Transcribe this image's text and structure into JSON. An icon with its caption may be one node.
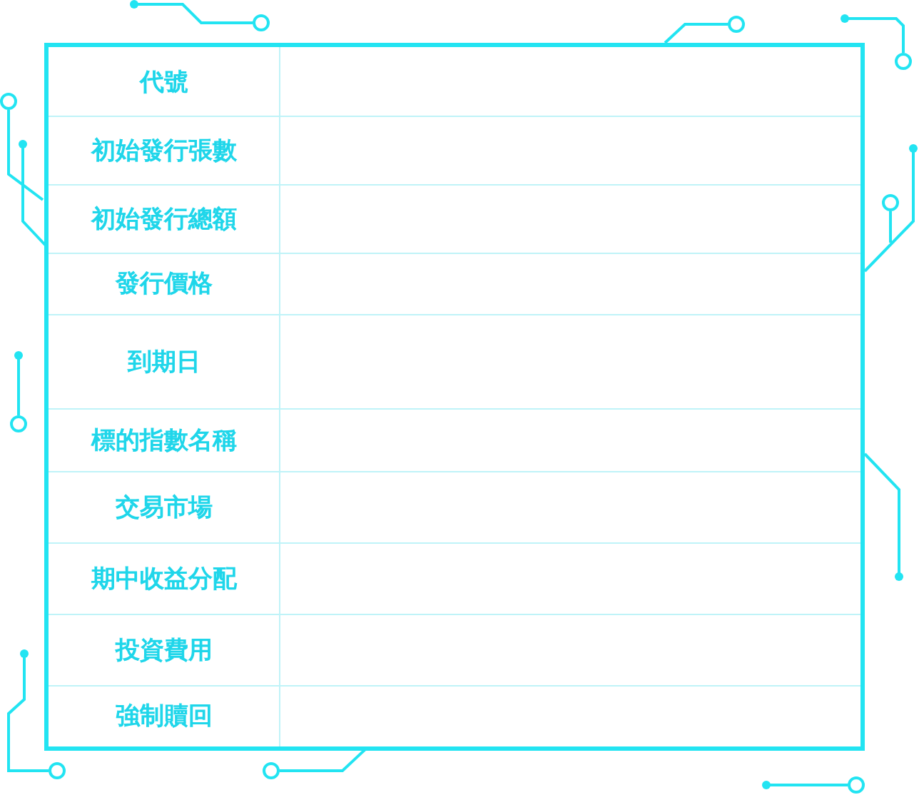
{
  "diagram": {
    "labels": [
      "代號",
      "初始發行張數",
      "初始發行總額",
      "發行價格",
      "到期日",
      "標的指數名稱",
      "交易市場",
      "期中收益分配",
      "投資費用",
      "強制贖回"
    ]
  }
}
